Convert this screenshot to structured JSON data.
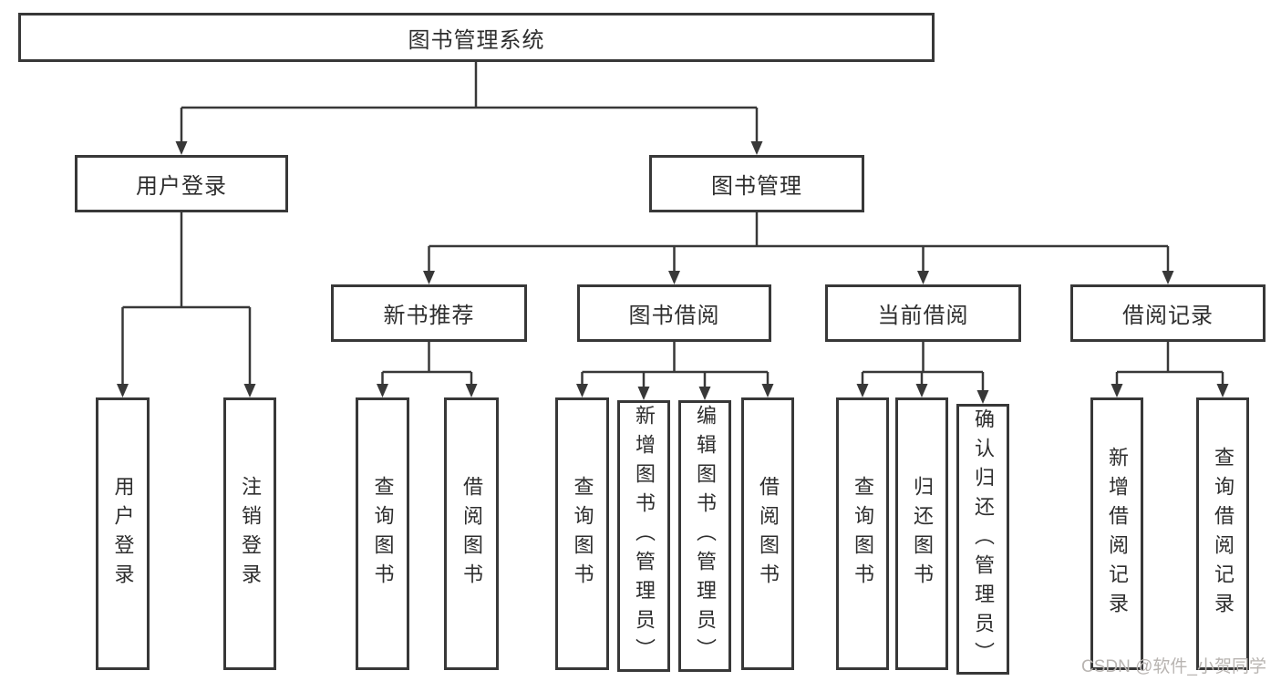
{
  "root": {
    "label": "图书管理系统"
  },
  "level2": [
    {
      "label": "用户登录"
    },
    {
      "label": "图书管理"
    }
  ],
  "level3": [
    {
      "label": "新书推荐",
      "parent": "图书管理"
    },
    {
      "label": "图书借阅",
      "parent": "图书管理"
    },
    {
      "label": "当前借阅",
      "parent": "图书管理"
    },
    {
      "label": "借阅记录",
      "parent": "图书管理"
    }
  ],
  "leaves": [
    {
      "label": "用户登录",
      "parent": "用户登录"
    },
    {
      "label": "注销登录",
      "parent": "用户登录"
    },
    {
      "label": "查询图书",
      "parent": "新书推荐"
    },
    {
      "label": "借阅图书",
      "parent": "新书推荐"
    },
    {
      "label": "查询图书",
      "parent": "图书借阅"
    },
    {
      "label": "新增图书（管理员）",
      "parent": "图书借阅"
    },
    {
      "label": "编辑图书（管理员）",
      "parent": "图书借阅"
    },
    {
      "label": "借阅图书",
      "parent": "图书借阅"
    },
    {
      "label": "查询图书",
      "parent": "当前借阅"
    },
    {
      "label": "归还图书",
      "parent": "当前借阅"
    },
    {
      "label": "确认归还（管理员）",
      "parent": "当前借阅"
    },
    {
      "label": "新增借阅记录",
      "parent": "借阅记录"
    },
    {
      "label": "查询借阅记录",
      "parent": "借阅记录"
    }
  ],
  "watermark": {
    "text": "CSDN @软件_小贺同学"
  },
  "colors": {
    "line": "#383838",
    "box_border": "#383838",
    "text": "#2e2e2e",
    "background": "#ffffff",
    "watermark": "#b8b4b1"
  }
}
